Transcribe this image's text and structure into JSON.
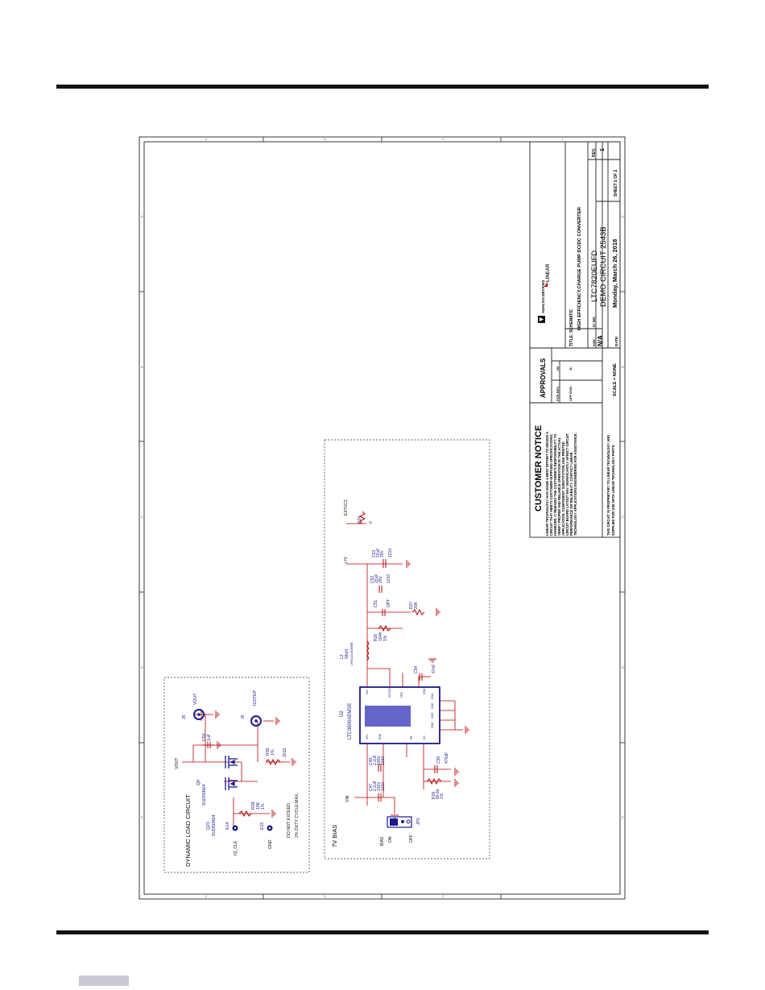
{
  "title_block": {
    "customer_notice_title": "CUSTOMER NOTICE",
    "customer_notice_body": [
      "LINEAR TECHNOLOGY HAS MADE A BEST EFFORT TO DESIGN A",
      "CIRCUIT THAT MEETS CUSTOMER-SUPPLIED SPECIFICATIONS;",
      "HOWEVER, IT REMAINS THE CUSTOMER'S RESPONSIBILITY TO",
      "VERIFY PROPER AND RELIABLE OPERATION IN THE ACTUAL",
      "APPLICATION. COMPONENT SUBSTITUTION AND PRINTED",
      "CIRCUIT BOARD LAYOUT MAY SIGNIFICANTLY AFFECT CIRCUIT",
      "PERFORMANCE OR RELIABILITY. CONTACT LINEAR",
      "TECHNOLOGY APPLICATIONS ENGINEERING FOR ASSISTANCE."
    ],
    "proprietary_line1": "THIS CIRCUIT IS PROPRIETARY TO LINEAR TECHNOLOGY AND",
    "proprietary_line2": "SUPPLIED FOR USE WITH LINEAR TECHNOLOGY PARTS.",
    "approvals": "APPROVALS",
    "pcb_des_label": "PCB DES.",
    "pcb_des_value": "HZ",
    "app_eng_label": "APP ENG.",
    "app_eng_value": "JL",
    "scale": "SCALE = NONE",
    "analog_devices": "ANALOG DEVICES",
    "linear_logo": "LINEAR",
    "title_label": "TITLE: SCHEMATIC",
    "title_value": "HIGH EFFICIENCY,CHARGE PUMP DC/DC CONVERTER",
    "size_label": "SIZE",
    "size_value": "N/A",
    "ic_no_label": "IC NO.",
    "ic_no_value": "LTC7820EUFD",
    "demo_circuit": "DEMO CIRCUIT 2543B",
    "date_label": "DATE:",
    "date_value": "Monday, March 26, 2018",
    "rev_label": "REV.",
    "rev_value": "1",
    "sheet": "SHEET  2   OF  2"
  },
  "dynamic_load": {
    "box_title": "DYNAMIC LOAD CIRCUIT",
    "vout_net": "VOUT",
    "j5": "J5",
    "j5_label": "VOUT",
    "j6": "J6",
    "j6_label": "IOSTEP",
    "c50": "C50",
    "c50_val": "1uF",
    "q9": "Q9",
    "q9_part": "SUD50N04",
    "q23": "Q23",
    "q23_part": "SUD50N04",
    "r30": "R30",
    "r30_val": "1%",
    "r30_pkg": "2010",
    "r28": "R28",
    "r28_val": "10K",
    "r28_tol": "1%",
    "e14": "E14",
    "e14_label": "IO_CLK",
    "e15": "E15",
    "e15_label": "GND",
    "note1": "DO NOT EXCEED",
    "note2": "2% DUTY CYCLE MAX."
  },
  "bias": {
    "box_title": "7V BIAS",
    "u2": "U2",
    "u2_part": "LTC3600AEMSE",
    "pins_left": [
      "VIN",
      "RUN",
      "ITH",
      "SW",
      "INTVCC",
      "FB",
      "SS"
    ],
    "pins_right": [
      "GND",
      "GND",
      "GND",
      "GND",
      "GND",
      "VFB"
    ],
    "vin_net": "VIN",
    "bias_label": "BIAS",
    "on_label": "ON",
    "off_label": "OFF",
    "jp2": "JP2",
    "c47": "C47",
    "c47_v": "2.2uF",
    "c47_r": "100V",
    "c47_p": "1210",
    "c49": "C49",
    "c49_v": "2.2uF",
    "c49_r": "100V",
    "c49_p": "1210",
    "r29": "R29",
    "r29_v": "80.6k",
    "r29_t": "1%",
    "c55": "C55",
    "c55_v": "470pF",
    "c54": "C54",
    "c54_v": "47nF",
    "l2": "L2",
    "l2_v": "68uH",
    "l2_p": "LPS6225-683MRB",
    "r26": "R26",
    "r26_v": "154K",
    "r26_t": "1%",
    "r27": "R27",
    "r27_v": "20K",
    "c51": "C51",
    "c51_v": "OPT",
    "plus7v": "+7V",
    "c52": "C52",
    "c52_v": "22uF",
    "c52_r": "25V",
    "c52_p": "1210",
    "c53": "C53",
    "c53_v": "22uF",
    "c53_r": "25V",
    "c53_p": "1210",
    "r24": "R24",
    "r24_v": "0",
    "extvcc": "EXTVCC"
  },
  "border": {
    "col_marks": [
      "4",
      "3",
      "2",
      "1"
    ],
    "row_marks": [
      "A",
      "B",
      "C",
      "D",
      "E",
      "F"
    ]
  }
}
